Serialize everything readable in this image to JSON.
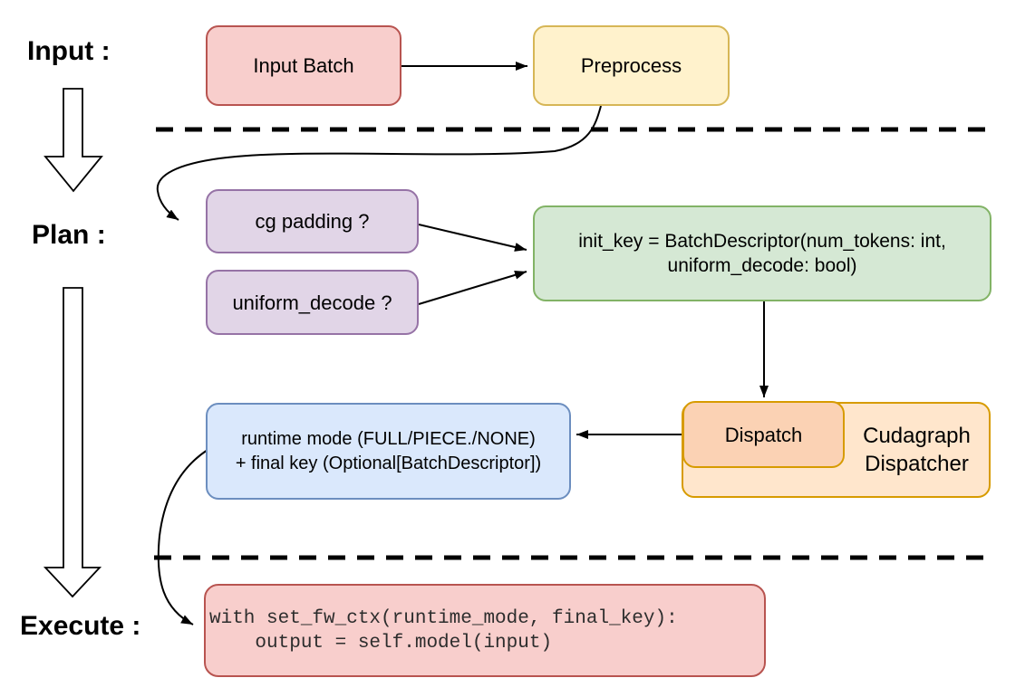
{
  "diagram": {
    "section_labels": {
      "input": "Input :",
      "plan": "Plan :",
      "execute": "Execute :"
    },
    "nodes": {
      "input_batch": {
        "text": "Input Batch",
        "fill": "#f8cecc",
        "stroke": "#b85450"
      },
      "preprocess": {
        "text": "Preprocess",
        "fill": "#fff2cc",
        "stroke": "#d6b656"
      },
      "cg_padding": {
        "text": "cg padding ?",
        "fill": "#e1d5e7",
        "stroke": "#9673a6"
      },
      "uniform_decode": {
        "text": "uniform_decode ?",
        "fill": "#e1d5e7",
        "stroke": "#9673a6"
      },
      "init_key": {
        "line1": "init_key = BatchDescriptor(num_tokens: int,",
        "line2": "uniform_decode: bool)",
        "fill": "#d5e8d4",
        "stroke": "#82b366"
      },
      "runtime_mode": {
        "line1": "runtime mode (FULL/PIECE./NONE)",
        "line2": "+ final key (Optional[BatchDescriptor])",
        "fill": "#dae8fc",
        "stroke": "#6c8ebf"
      },
      "dispatch": {
        "text": "Dispatch",
        "fill": "#fbd2b4",
        "stroke": "#d79b00"
      },
      "cudagraph_dispatcher": {
        "text": "Cudagraph Dispatcher",
        "fill": "#ffe6cc",
        "stroke": "#d79b00"
      },
      "execute_code": {
        "line1": "with set_fw_ctx(runtime_mode, final_key):",
        "line2": "    output = self.model(input)",
        "fill": "#f8cecc",
        "stroke": "#b85450"
      }
    },
    "connector_color": "#000000",
    "background_color": "#ffffff"
  }
}
